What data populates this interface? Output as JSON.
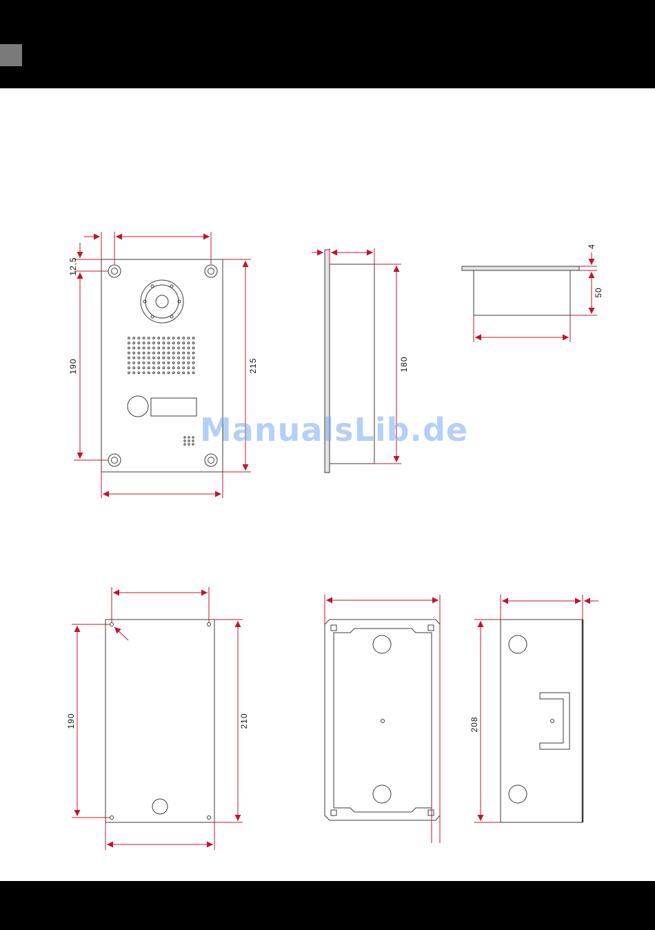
{
  "colors": {
    "dimension_line": "#c0142c",
    "outline": "#3a3a3a",
    "header_bar": "#000000",
    "tab_marker": "#7a7a7a",
    "watermark": "#78aaf0"
  },
  "dimensions": {
    "front_top_offset": "12,5",
    "front_hole_spacing": "190",
    "front_height": "215",
    "side_depth": "180",
    "top_plate": "4",
    "top_body": "50",
    "mount_hole_spacing": "190",
    "mount_height": "210",
    "box_height": "208"
  },
  "watermark": "ManualsLib.de"
}
